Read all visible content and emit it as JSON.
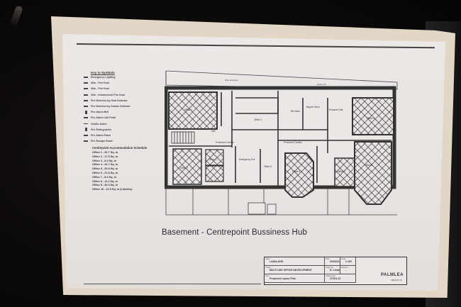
{
  "document": {
    "caption": "Basement - Centrepoint Bussiness Hub",
    "legend": {
      "title": "Key to Symbols",
      "items": [
        {
          "symbol": "line",
          "text": "Emergency Lighting"
        },
        {
          "symbol": "line",
          "text": "30m - Fire Door"
        },
        {
          "symbol": "line",
          "text": "30m - Fire Door"
        },
        {
          "symbol": "line",
          "text": "30m - Intumescent Fire Door"
        },
        {
          "symbol": "line",
          "text": "Fire Detector by Heat Detector"
        },
        {
          "symbol": "line",
          "text": "Fire Detector by Smoke Detector"
        },
        {
          "symbol": "box",
          "text": "Fire Alarm Bell"
        },
        {
          "symbol": "line",
          "text": "Fire Alarm Call Point"
        },
        {
          "symbol": "dash",
          "text": "Visible Alarm"
        },
        {
          "symbol": "box",
          "text": "Fire Extinguisher"
        },
        {
          "symbol": "line",
          "text": "Fire Alarm Panel"
        },
        {
          "symbol": "line",
          "text": "Fire Escape Route"
        }
      ]
    },
    "schedule": {
      "title": "Centrepoint Accommodation Schedule",
      "items": [
        "Office 1 - 26.7 Sq. m",
        "Office 2 - 17.5 Sq. m",
        "Office 3 - 8.0 Sq. m",
        "Office 4 - 26.7 Sq. m",
        "Office 5 - 20.8 Sq. m",
        "Office 6 - 21.8 Sq. m",
        "Office 7 - 8.4 Sq. m",
        "Office 8 - 11.2 Sq. m",
        "Office 9 - 40.0 Sq. m",
        "Office 10 - 22.5 Sq. m (Lobbies)"
      ]
    },
    "plan": {
      "labels": {
        "side_entrance": "Side Entrance",
        "ramp": "Ramp Up",
        "hall": "Hall",
        "office_1": "Office 1",
        "office_2": "Office 2",
        "office_3": "Office 3",
        "office_4": "Office 4",
        "office_5": "Office 5",
        "office_6": "Office 6",
        "office_7": "Office 7",
        "office_8": "Office 8",
        "office_9": "Office 9",
        "storage": "Storage",
        "bicycle_store": "Bicycle Store",
        "entrance_hall": "Entrance Hall",
        "bin_store": "Bin Store",
        "protected_corridor": "Protected Corridor",
        "emergency_exit": "Emergency Exit"
      }
    },
    "title_block": {
      "client_label": "Client",
      "client": "LANSLAND",
      "project_label": "Project",
      "project": "MULTI USE OFFICE DEVELOPMENT",
      "title_label": "Title",
      "title": "Proposed Layout Plan",
      "date_label": "Date",
      "date": "00/00/12",
      "scale_label": "Scale",
      "scale": "1:100",
      "drawn_label": "Drawn by",
      "drawn": "R. Lindsay",
      "rev_label": "Revision",
      "rev": "-",
      "drawing_label": "Drawing No.",
      "drawing": "CC/D1.12",
      "firm": "PALMLEA",
      "firm_sub": "DESIGN LTD"
    }
  },
  "colors": {
    "background": "#0c0a09",
    "paper": "#ebe7e5",
    "sleeve": "#e2d6c6",
    "ink": "#2b2b2b",
    "wall": "#3a3a3a"
  }
}
